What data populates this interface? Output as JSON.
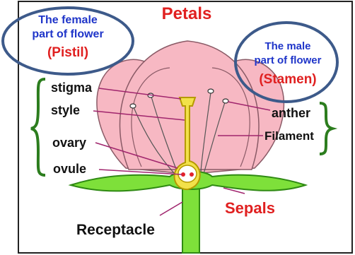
{
  "title": "Petals",
  "callouts": {
    "female": {
      "line1": "The female",
      "line2": "part of flower",
      "name": "(Pistil)"
    },
    "male": {
      "line1": "The male",
      "line2": "part of flower",
      "name": "(Stamen)"
    }
  },
  "labels": {
    "stigma": "stigma",
    "style": "style",
    "ovary": "ovary",
    "ovule": "ovule",
    "anther": "anther",
    "filament": "Filament",
    "sepals": "Sepals",
    "receptacle": "Receptacle"
  },
  "colors": {
    "petal": "#f7b8c3",
    "petal_edge": "#8a5a66",
    "pistil": "#f2e14a",
    "pistil_edge": "#b59a00",
    "sepal": "#7ee03a",
    "sepal_edge": "#2f8a13",
    "leader": "#a0256d",
    "bracket": "#2c7d1e",
    "callout_ring": "#3d5a8a",
    "heading_red": "#e02020",
    "callout_blue": "#1f35c9",
    "ovule_red": "#e2212b"
  }
}
